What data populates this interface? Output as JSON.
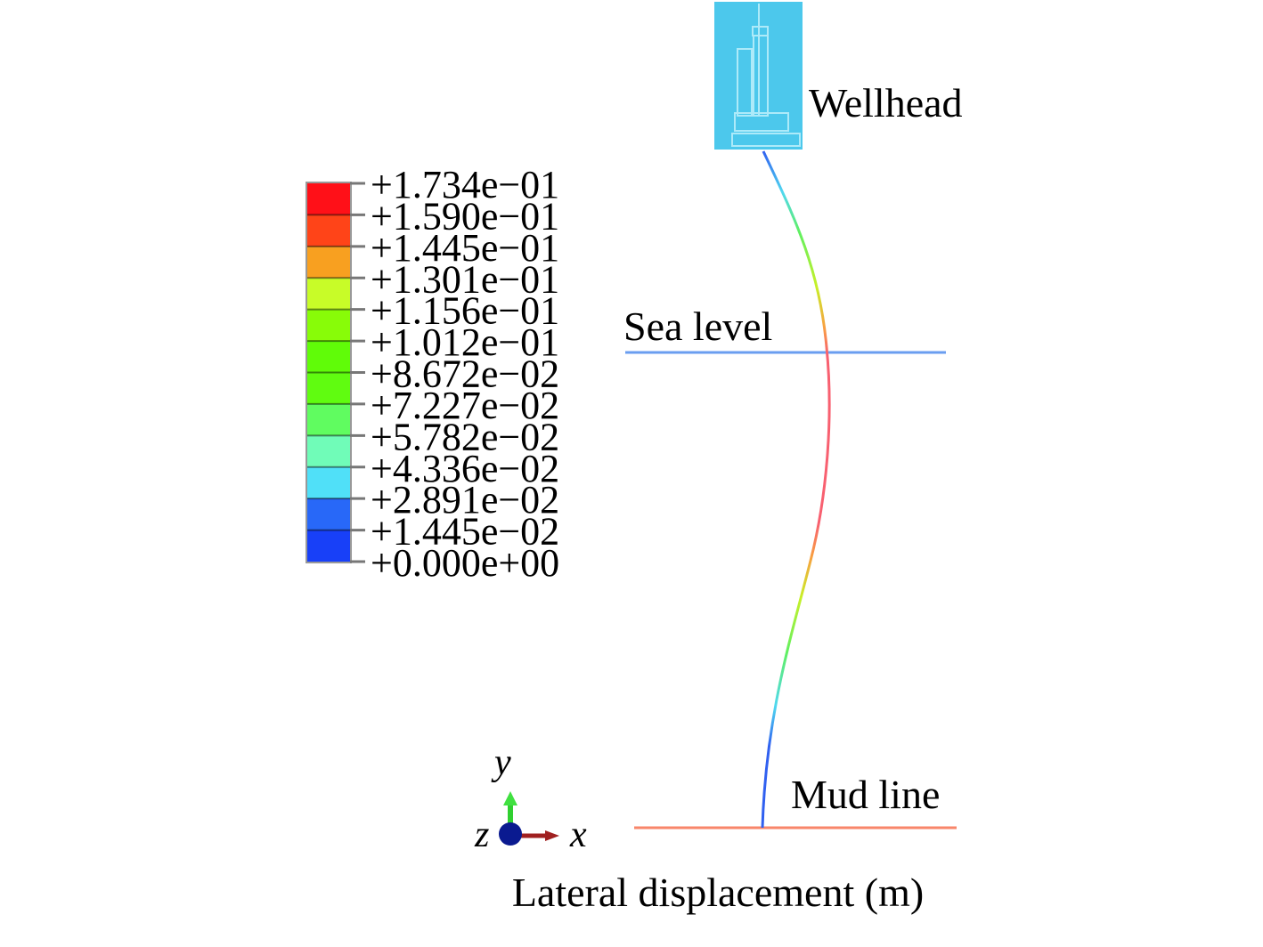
{
  "legend": {
    "labels": [
      "+1.734e−01",
      "+1.590e−01",
      "+1.445e−01",
      "+1.301e−01",
      "+1.156e−01",
      "+1.012e−01",
      "+8.672e−02",
      "+7.227e−02",
      "+5.782e−02",
      "+4.336e−02",
      "+2.891e−02",
      "+1.445e−02",
      "+0.000e+00"
    ],
    "colors": [
      "#ff1018",
      "#ff4418",
      "#f8a020",
      "#c8fc28",
      "#88fc08",
      "#60fc08",
      "#60fc10",
      "#60fc60",
      "#70fcb8",
      "#50e0f8",
      "#2868f8",
      "#1840f8"
    ]
  },
  "annotations": {
    "wellhead": "Wellhead",
    "sea_level": "Sea level",
    "mud_line": "Mud line",
    "xlabel": "Lateral displacement (m)"
  },
  "axes": {
    "y": "y",
    "z": "z",
    "x": "x"
  }
}
